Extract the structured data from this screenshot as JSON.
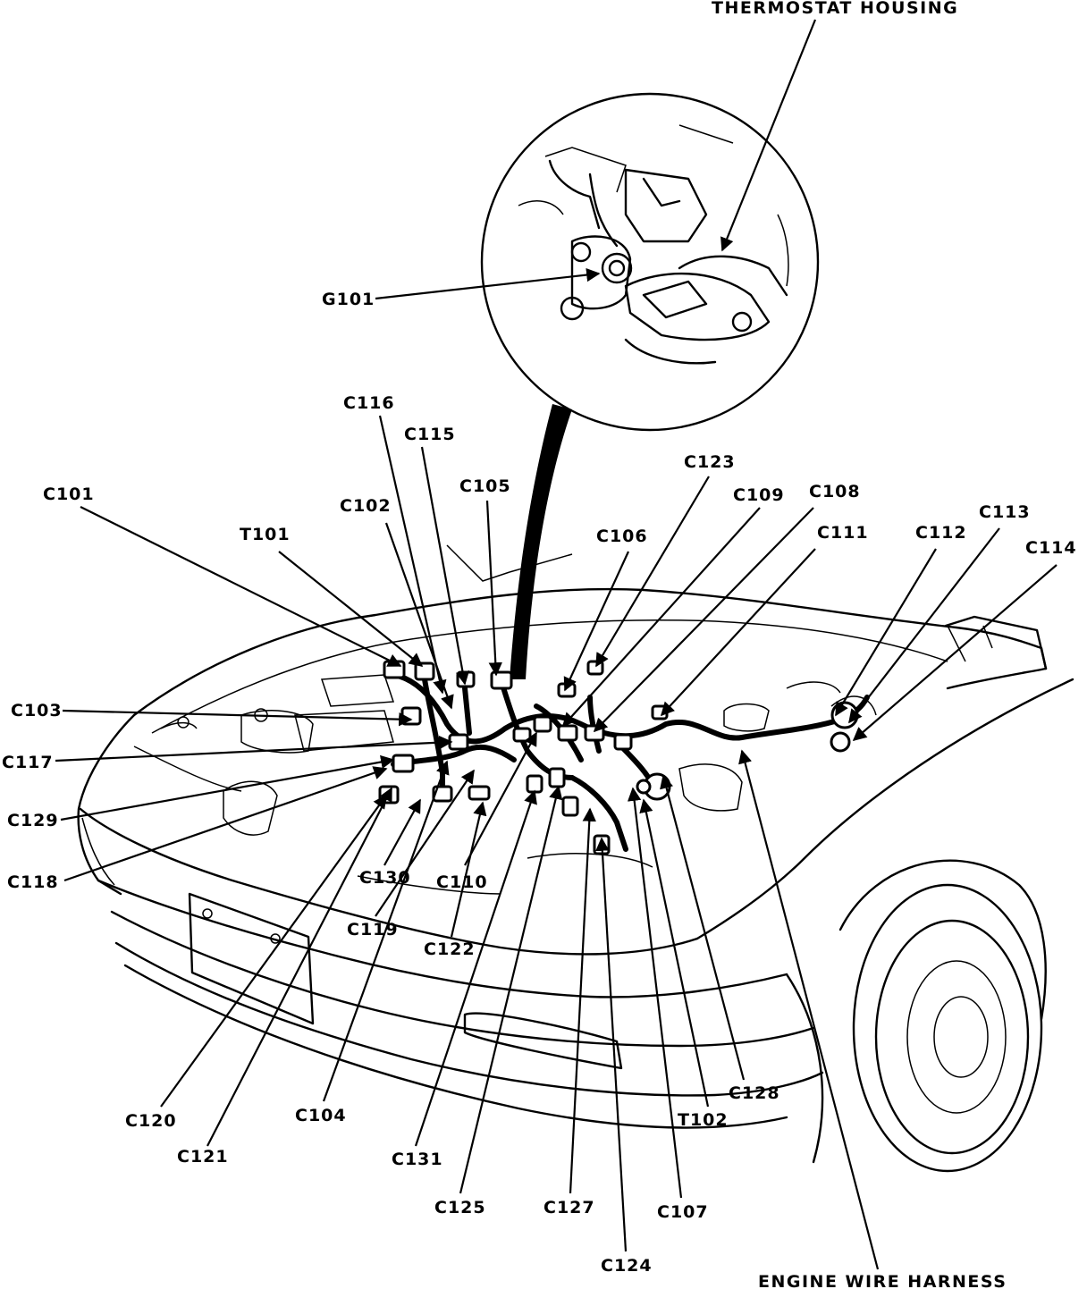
{
  "labels": {
    "thermostat_housing": "THERMOSTAT HOUSING",
    "g101": "G101",
    "c116": "C116",
    "c115": "C115",
    "c105": "C105",
    "c123": "C123",
    "c109": "C109",
    "c108": "C108",
    "c101": "C101",
    "c102": "C102",
    "t101": "T101",
    "c106": "C106",
    "c111": "C111",
    "c112": "C112",
    "c113": "C113",
    "c114": "C114",
    "c103": "C103",
    "c117": "C117",
    "c129": "C129",
    "c118": "C118",
    "c130": "C130",
    "c110": "C110",
    "c119": "C119",
    "c122": "C122",
    "c120": "C120",
    "c121": "C121",
    "c104": "C104",
    "c131": "C131",
    "c125": "C125",
    "c127": "C127",
    "c124": "C124",
    "c107": "C107",
    "t102": "T102",
    "c128": "C128",
    "engine_wire_harness": "ENGINE WIRE HARNESS"
  }
}
